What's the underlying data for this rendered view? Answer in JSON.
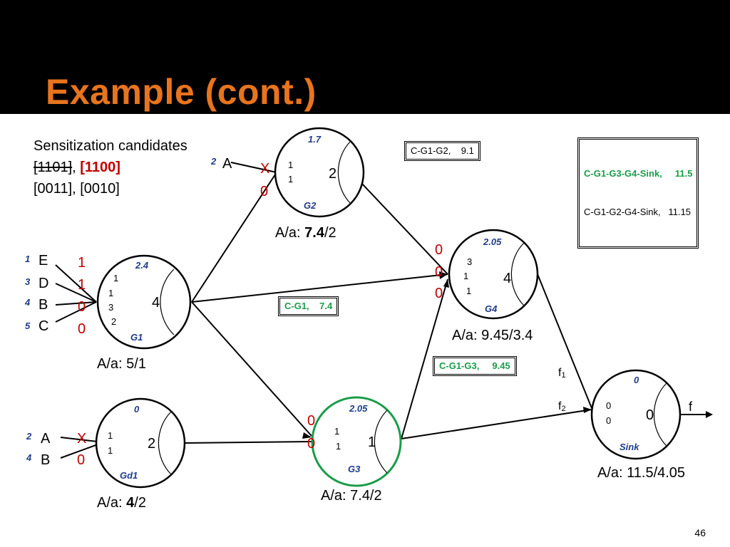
{
  "slide": {
    "title": "Example (cont.)",
    "page_number": "46"
  },
  "candidates": {
    "heading": "Sensitization candidates",
    "crossed": "[1101]",
    "separator": ", ",
    "selected": "[1100]",
    "line2": "[0011], [0010]"
  },
  "boxes": {
    "g1g2": "C-G1-G2,    9.1",
    "sink_line1": "C-G1-G3-G4-Sink,     11.5",
    "sink_line2": "C-G1-G2-G4-Sink,   11.15",
    "g1": "C-G1,    7.4",
    "g1g3": "C-G1-G3,     9.45"
  },
  "gates": {
    "G2": {
      "name": "G2",
      "slack": "1.7",
      "value": "2",
      "in1": "1",
      "in2": "1",
      "aa_prefix": "A/a: ",
      "aa_bold": "7.4",
      "aa_suffix": "/2"
    },
    "G1": {
      "name": "G1",
      "slack": "2.4",
      "value": "4",
      "in1": "1",
      "in2": "1",
      "in3": "3",
      "in4": "2",
      "aa": "A/a: 5/1"
    },
    "G4": {
      "name": "G4",
      "slack": "2.05",
      "value": "4",
      "in1": "3",
      "in2": "1",
      "in3": "1",
      "aa": "A/a: 9.45/3.4"
    },
    "Gd1": {
      "name": "Gd1",
      "slack": "0",
      "value": "2",
      "in1": "1",
      "in2": "1",
      "aa_prefix": "A/a: ",
      "aa_bold": "4",
      "aa_suffix": "/2"
    },
    "G3": {
      "name": "G3",
      "slack": "2.05",
      "value": "1",
      "in1": "1",
      "in2": "1",
      "aa": "A/a: 7.4/2"
    },
    "Sink": {
      "name": "Sink",
      "slack": "0",
      "value": "0",
      "in1": "0",
      "in2": "0",
      "aa": "A/a: 11.5/4.05"
    }
  },
  "inputs": {
    "g2_A": {
      "idx": "2",
      "label": "A",
      "mark": "X",
      "val": "0"
    },
    "g1": [
      {
        "idx": "1",
        "label": "E",
        "val": "1"
      },
      {
        "idx": "3",
        "label": "D",
        "val": "1"
      },
      {
        "idx": "4",
        "label": "B",
        "val": "0"
      },
      {
        "idx": "5",
        "label": "C",
        "val": "0"
      }
    ],
    "gd1": [
      {
        "idx": "2",
        "label": "A",
        "val": "X"
      },
      {
        "idx": "4",
        "label": "B",
        "val": "0"
      }
    ]
  },
  "edge_labels": {
    "g4_in": [
      "0",
      "0",
      "0"
    ],
    "g3_in": [
      "0",
      "0"
    ],
    "f1": "f",
    "f1_sub": "1",
    "f2": "f",
    "f2_sub": "2",
    "f_out": "f"
  },
  "colors": {
    "header": "#000000",
    "title": "#e8741d",
    "red": "#c00000",
    "green": "#1a9c4a",
    "blue": "#1f3c8a"
  }
}
